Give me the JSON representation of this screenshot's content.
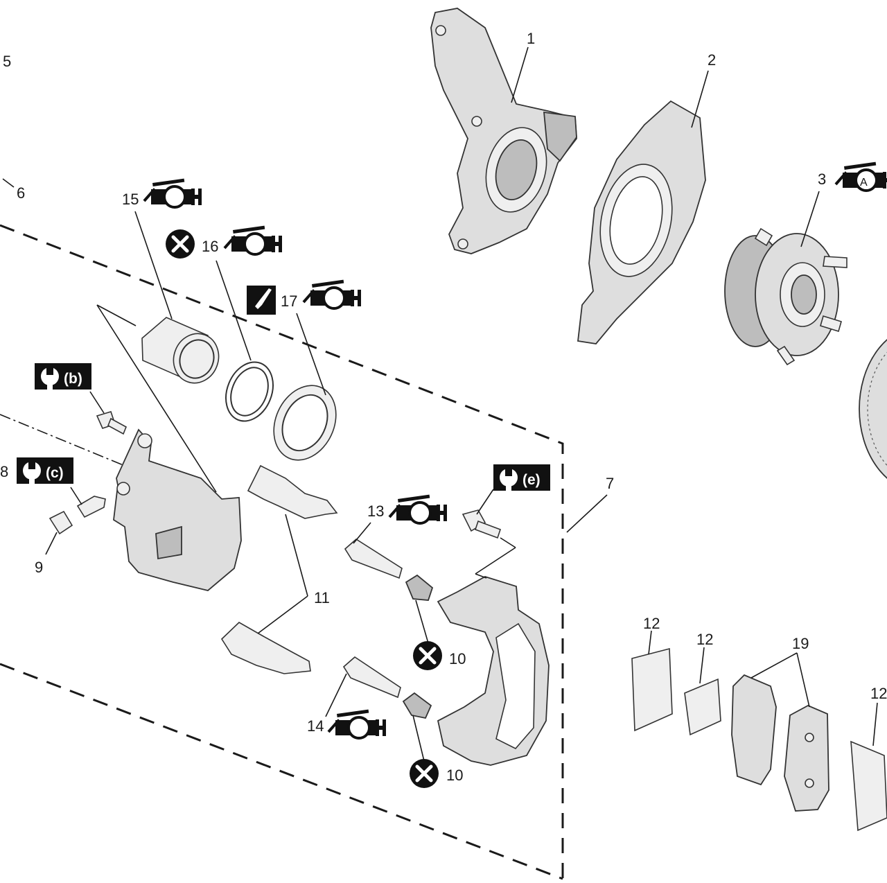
{
  "callouts": {
    "n1": "1",
    "n2": "2",
    "n3": "3",
    "n5": "5",
    "n6": "6",
    "n7": "7",
    "n8": "8",
    "n9": "9",
    "n10a": "10",
    "n10b": "10",
    "n11": "11",
    "n12a": "12",
    "n12b": "12",
    "n12c": "12",
    "n13": "13",
    "n14": "14",
    "n15": "15",
    "n16": "16",
    "n17": "17",
    "n19": "19"
  },
  "torque_badges": {
    "b": "(b)",
    "c": "(c)",
    "e": "(e)"
  },
  "grease_symbol_letter": "A",
  "icons": [
    "grease-icon",
    "replace-icon",
    "torque-wrench-icon",
    "brake-fluid-icon"
  ]
}
